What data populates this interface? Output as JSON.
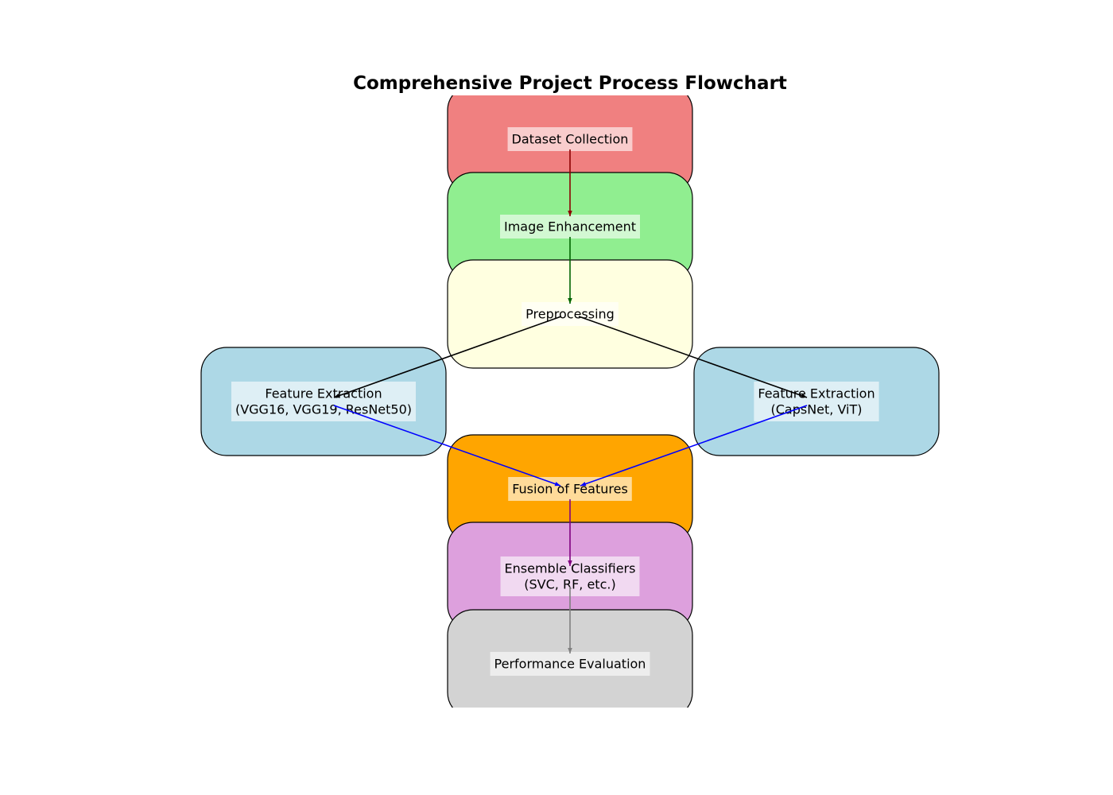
{
  "title": "Comprehensive Project Process Flowchart",
  "nodes": [
    {
      "id": "dataset",
      "label": [
        "Dataset Collection"
      ],
      "color": "#f08080"
    },
    {
      "id": "enhance",
      "label": [
        "Image Enhancement"
      ],
      "color": "#90ee90"
    },
    {
      "id": "preprocess",
      "label": [
        "Preprocessing"
      ],
      "color": "#ffffe0"
    },
    {
      "id": "feat_left",
      "label": [
        "Feature Extraction",
        "(VGG16, VGG19, ResNet50)"
      ],
      "color": "#add8e6"
    },
    {
      "id": "feat_right",
      "label": [
        "Feature Extraction",
        "(CapsNet, ViT)"
      ],
      "color": "#add8e6"
    },
    {
      "id": "fusion",
      "label": [
        "Fusion of Features"
      ],
      "color": "#ffa500"
    },
    {
      "id": "ensemble",
      "label": [
        "Ensemble Classifiers",
        "(SVC, RF, etc.)"
      ],
      "color": "#dda0dd"
    },
    {
      "id": "evaluation",
      "label": [
        "Performance Evaluation"
      ],
      "color": "#d3d3d3"
    }
  ],
  "edges": [
    {
      "from": "dataset",
      "to": "enhance",
      "color": "#8b0000"
    },
    {
      "from": "enhance",
      "to": "preprocess",
      "color": "#006400"
    },
    {
      "from": "preprocess",
      "to": "feat_left",
      "color": "#000000"
    },
    {
      "from": "preprocess",
      "to": "feat_right",
      "color": "#000000"
    },
    {
      "from": "feat_left",
      "to": "fusion",
      "color": "#0000ff"
    },
    {
      "from": "feat_right",
      "to": "fusion",
      "color": "#0000ff"
    },
    {
      "from": "fusion",
      "to": "ensemble",
      "color": "#800080"
    },
    {
      "from": "ensemble",
      "to": "evaluation",
      "color": "#808080"
    }
  ]
}
